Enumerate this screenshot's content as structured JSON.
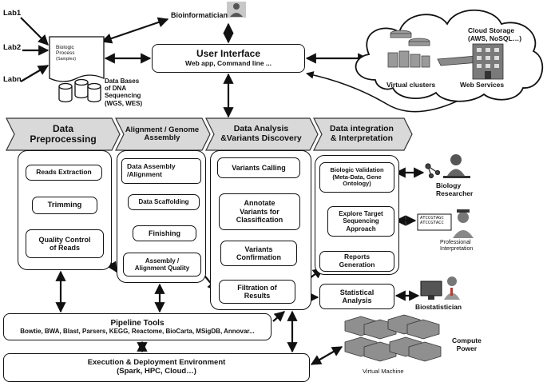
{
  "labs": [
    "Lab1",
    "Lab2",
    "Labn"
  ],
  "bioinformatician": "Bioinformatician",
  "biologic_process": [
    "Biologic",
    "Process",
    "(Samples)"
  ],
  "databases": [
    "Data Bases",
    "of DNA",
    "Sequencing",
    "(WGS, WES)"
  ],
  "user_interface": {
    "title": "User Interface",
    "subtitle": "Web app, Command line ..."
  },
  "cloud": {
    "storage": [
      "Cloud Storage",
      "(AWS, NoSQL…)"
    ],
    "virtual_clusters": "Virtual clusters",
    "web_services": "Web Services"
  },
  "stages": [
    [
      "Data",
      "Preprocessing"
    ],
    [
      "Alignment / Genome",
      "Assembly"
    ],
    [
      "Data Analysis",
      "&Variants Discovery"
    ],
    [
      "Data integration",
      "& Interpretation"
    ]
  ],
  "preprocessing": {
    "reads_extraction": "Reads Extraction",
    "trimming": "Trimming",
    "quality_control": [
      "Quality Control",
      "of Reads"
    ]
  },
  "alignment": {
    "assembly": [
      "Data Assembly",
      "/Alignment"
    ],
    "scaffolding": "Data Scaffolding",
    "finishing": "Finishing",
    "quality": [
      "Assembly /",
      "Alignment Quality"
    ]
  },
  "analysis": {
    "calling": "Variants Calling",
    "annotate": [
      "Annotate",
      "Variants for",
      "Classification"
    ],
    "confirmation": [
      "Variants",
      "Confirmation"
    ],
    "filtration": [
      "Filtration of",
      "Results"
    ]
  },
  "integration": {
    "validation": [
      "Biologic Validation",
      "(Meta-Data, Gene",
      "Ontology)"
    ],
    "explore": [
      "Explore Target",
      "Sequencing",
      "Approach"
    ],
    "reports": [
      "Reports",
      "Generation"
    ]
  },
  "biology_researcher": [
    "Biology",
    "Researcher"
  ],
  "professional": [
    "Professional",
    "Interpretation"
  ],
  "sequence_text": [
    "ATCCGTAGC",
    "ATCCGTACC"
  ],
  "statistical_analysis": [
    "Statistical",
    "Analysis"
  ],
  "biostatistician": "Biostatistician",
  "pipeline": {
    "title": "Pipeline Tools",
    "tools": "Bowtie, BWA, Blast, Parsers, KEGG, Reactome, BioCarta, MSigDB, Annovar..."
  },
  "execution": {
    "title": "Execution & Deployment Environment",
    "subtitle": "(Spark, HPC, Cloud…)"
  },
  "compute_power": [
    "Compute",
    "Power"
  ],
  "virtual_machine": "Virtual Machine"
}
